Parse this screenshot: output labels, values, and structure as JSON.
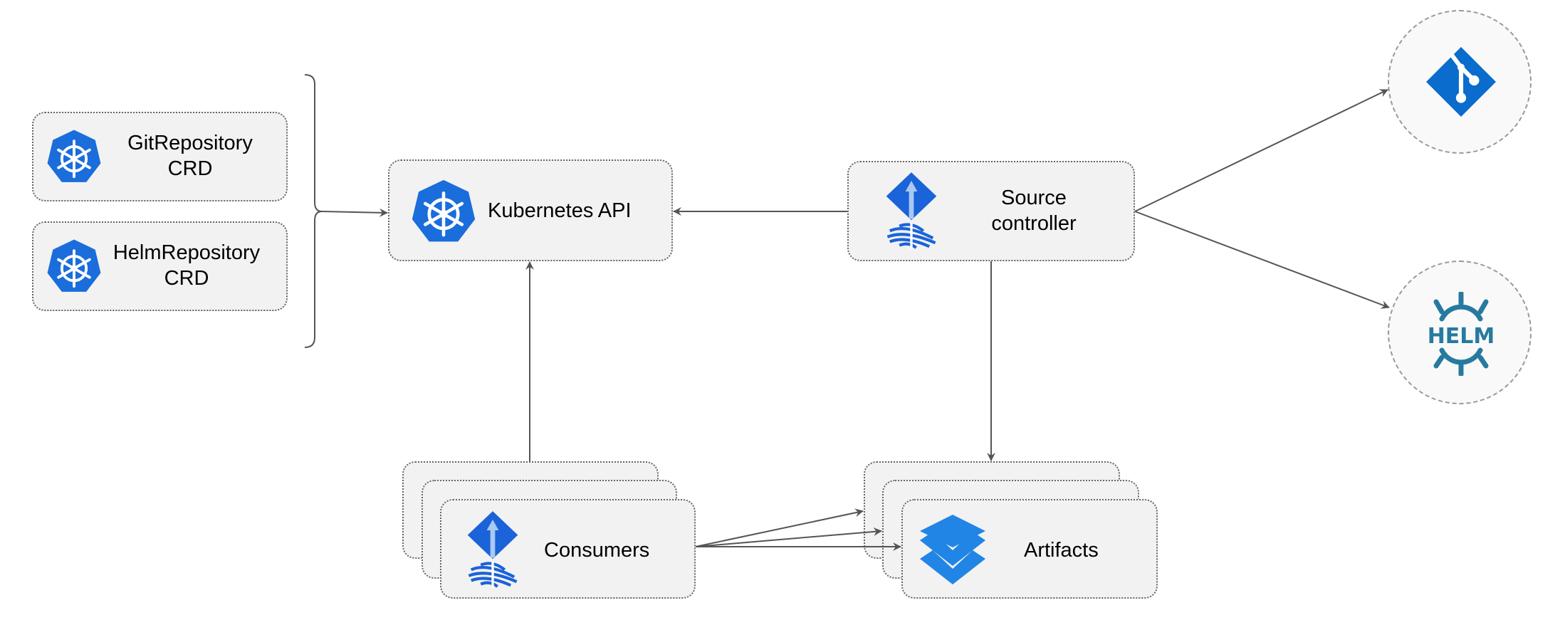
{
  "nodes": {
    "git_repository_crd": {
      "label_line1": "GitRepository",
      "label_line2": "CRD",
      "icon": "kubernetes-icon"
    },
    "helm_repository_crd": {
      "label_line1": "HelmRepository",
      "label_line2": "CRD",
      "icon": "kubernetes-icon"
    },
    "kubernetes_api": {
      "label": "Kubernetes API",
      "icon": "kubernetes-icon"
    },
    "source_controller": {
      "label_line1": "Source",
      "label_line2": "controller",
      "icon": "flux-icon"
    },
    "git": {
      "icon": "git-icon"
    },
    "helm": {
      "icon": "helm-icon",
      "logo_text": "HELM"
    },
    "consumers": {
      "label": "Consumers",
      "icon": "flux-icon"
    },
    "artifacts": {
      "label": "Artifacts",
      "icon": "layers-icon"
    }
  },
  "edges": [
    {
      "from": "crds",
      "to": "kubernetes_api"
    },
    {
      "from": "source_controller",
      "to": "kubernetes_api"
    },
    {
      "from": "source_controller",
      "to": "git"
    },
    {
      "from": "source_controller",
      "to": "helm"
    },
    {
      "from": "source_controller",
      "to": "artifacts"
    },
    {
      "from": "consumers",
      "to": "kubernetes_api"
    },
    {
      "from": "consumers",
      "to": "artifacts"
    }
  ],
  "colors": {
    "kubernetes": "#1a6ddb",
    "flux": "#1a63d8",
    "git": "#0a6ccc",
    "helm": "#277a9f",
    "artifacts": "#2185e6",
    "arrow": "#555555",
    "box_fill": "#f2f2f2"
  }
}
